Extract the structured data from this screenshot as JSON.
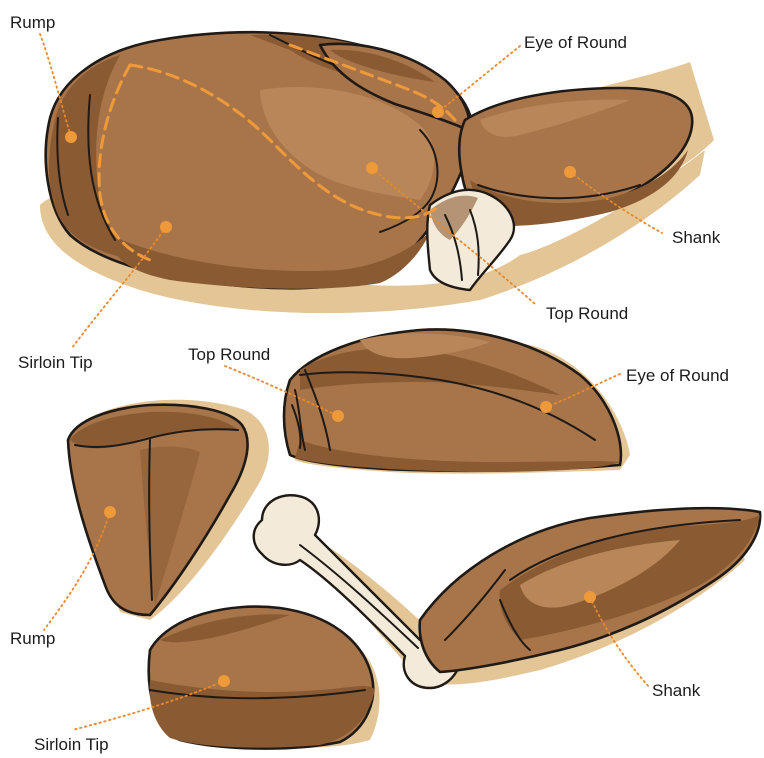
{
  "labels": {
    "top_rump": "Rump",
    "top_eye_of_round": "Eye of Round",
    "top_shank": "Shank",
    "top_top_round": "Top Round",
    "top_sirloin_tip": "Sirloin Tip",
    "mid_top_round": "Top Round",
    "mid_eye_of_round": "Eye of Round",
    "bottom_rump": "Rump",
    "bottom_shank": "Shank",
    "bottom_sirloin_tip": "Sirloin Tip"
  },
  "colors": {
    "meat": "#a8754a",
    "meat_dark": "#8a5a32",
    "fat_shadow": "#e3c596",
    "bone": "#f3ead9",
    "marker": "#ef9a3a",
    "outline": "#1f1a16"
  }
}
